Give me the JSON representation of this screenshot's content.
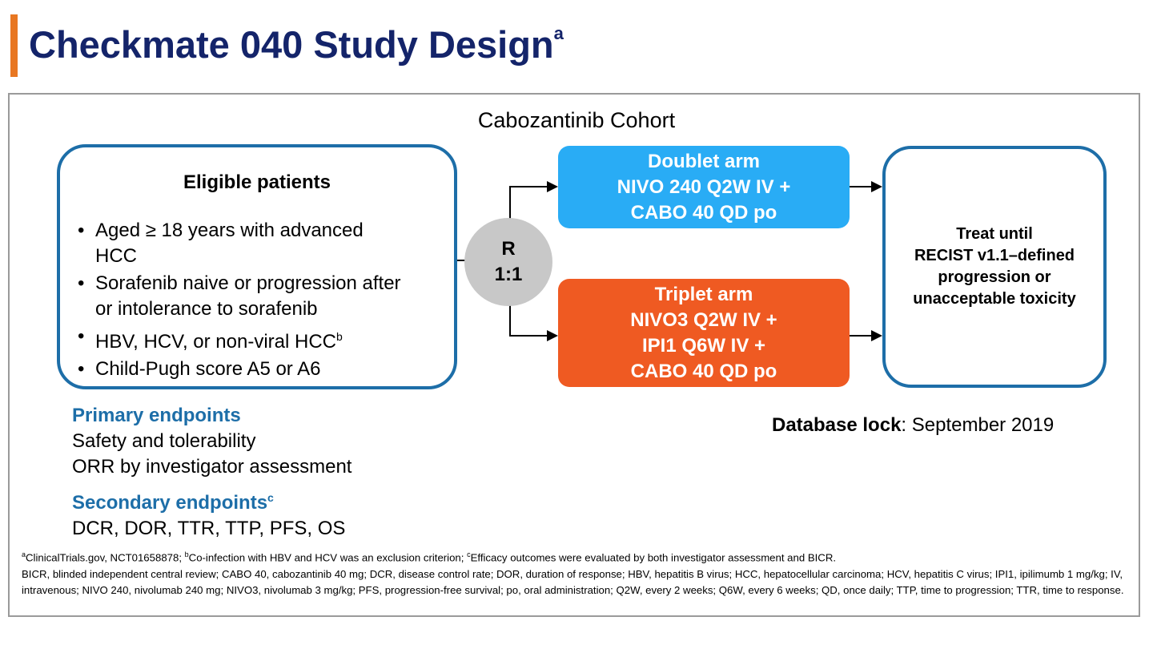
{
  "slide": {
    "title": "Checkmate 040 Study Design",
    "title_sup": "a",
    "accent_color": "#e87722",
    "title_color": "#14246a"
  },
  "cohort_label": "Cabozantinib Cohort",
  "eligible": {
    "title": "Eligible patients",
    "items": [
      {
        "lines": [
          "Aged ≥ 18 years with advanced",
          "HCC"
        ],
        "sup": ""
      },
      {
        "lines": [
          "Sorafenib naive or progression after",
          "or intolerance to sorafenib"
        ],
        "sup": ""
      },
      {
        "lines": [
          "HBV, HCV, or non-viral HCC"
        ],
        "sup": "b"
      },
      {
        "lines": [
          "Child-Pugh score A5 or A6"
        ],
        "sup": ""
      }
    ],
    "bullet": "•"
  },
  "randomization": {
    "line1": "R",
    "line2": "1:1"
  },
  "doublet_arm": {
    "color": "#29acf5",
    "lines": [
      "Doublet arm",
      "NIVO 240 Q2W IV +",
      "CABO 40 QD po"
    ]
  },
  "triplet_arm": {
    "color": "#ef5a22",
    "lines": [
      "Triplet arm",
      "NIVO3 Q2W IV +",
      "IPI1 Q6W IV +",
      "CABO 40 QD po"
    ]
  },
  "treat": {
    "lines": [
      "Treat until",
      "RECIST v1.1–defined",
      "progression or",
      "unacceptable toxicity"
    ]
  },
  "endpoints": {
    "primary_heading": "Primary endpoints",
    "primary_items": [
      "Safety and tolerability",
      "ORR by investigator assessment"
    ],
    "secondary_heading": "Secondary endpoints",
    "secondary_sup": "c",
    "secondary_text": "DCR, DOR, TTR, TTP, PFS, OS"
  },
  "database_lock": {
    "label": "Database lock",
    "value": ": September 2019"
  },
  "footnotes": {
    "line1": [
      {
        "sup": "a",
        "text": "ClinicalTrials.gov, NCT01658878; "
      },
      {
        "sup": "b",
        "text": "Co-infection with HBV and HCV was an exclusion criterion; "
      },
      {
        "sup": "c",
        "text": "Efficacy outcomes were evaluated by both investigator assessment and BICR."
      }
    ],
    "abbreviations": "BICR, blinded independent central review; CABO 40, cabozantinib 40 mg; DCR, disease control rate; DOR, duration of response; HBV, hepatitis B virus; HCC, hepatocellular carcinoma; HCV, hepatitis C virus; IPI1, ipilimumb 1 mg/kg; IV, intravenous; NIVO 240, nivolumab 240 mg; NIVO3, nivolumab 3 mg/kg; PFS, progression-free survival; po, oral administration; Q2W, every 2 weeks; Q6W, every 6 weeks; QD, once daily; TTP, time to progression; TTR, time to response."
  }
}
